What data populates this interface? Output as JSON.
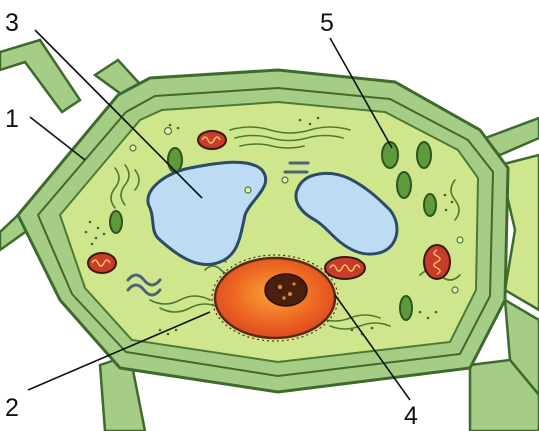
{
  "labels": [
    {
      "id": "1",
      "text": "1"
    },
    {
      "id": "2",
      "text": "2"
    },
    {
      "id": "3",
      "text": "3"
    },
    {
      "id": "4",
      "text": "4"
    },
    {
      "id": "5",
      "text": "5"
    }
  ],
  "colors": {
    "wall_light": "#a5cd85",
    "wall_dark": "#3e6b2d",
    "cytoplasm": "#cfe68d",
    "vacuole": "#bddcf3",
    "vacuole_border": "#2c4a6a",
    "nucleus": "#e8521f",
    "nucleolus": "#4a1f10",
    "chloroplast": "#5e9a3c",
    "mitochondrion": "#c93b2b"
  }
}
